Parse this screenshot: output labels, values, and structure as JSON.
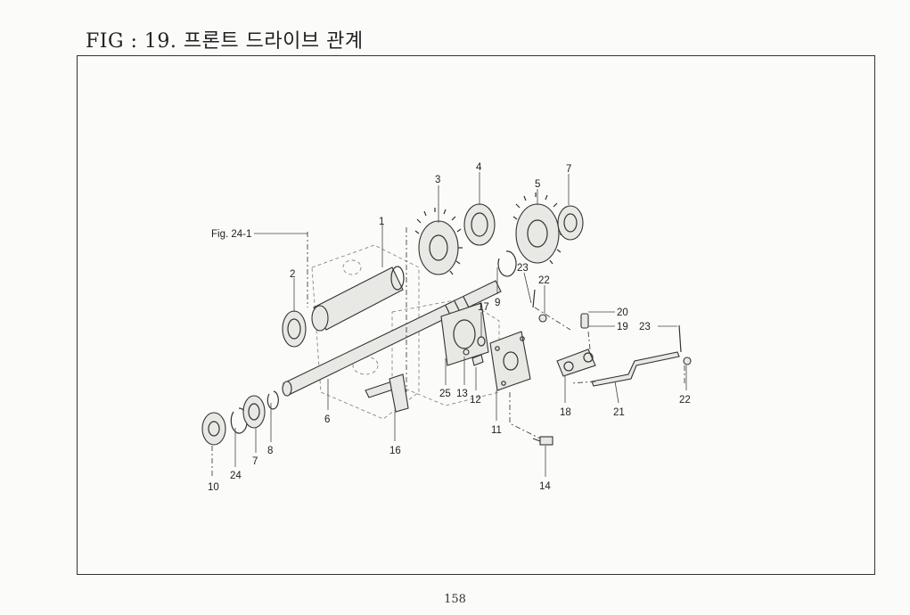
{
  "header": {
    "title": "FIG : 19. 프론트 드라이브 관계"
  },
  "footer": {
    "page_number": "158"
  },
  "diagram": {
    "reference": "Fig. 24-1",
    "callouts": [
      "1",
      "2",
      "3",
      "4",
      "5",
      "7",
      "23",
      "22",
      "9",
      "17",
      "20",
      "19",
      "23",
      "25",
      "13",
      "12",
      "11",
      "18",
      "21",
      "22",
      "6",
      "16",
      "14",
      "10",
      "24",
      "7",
      "8"
    ]
  }
}
